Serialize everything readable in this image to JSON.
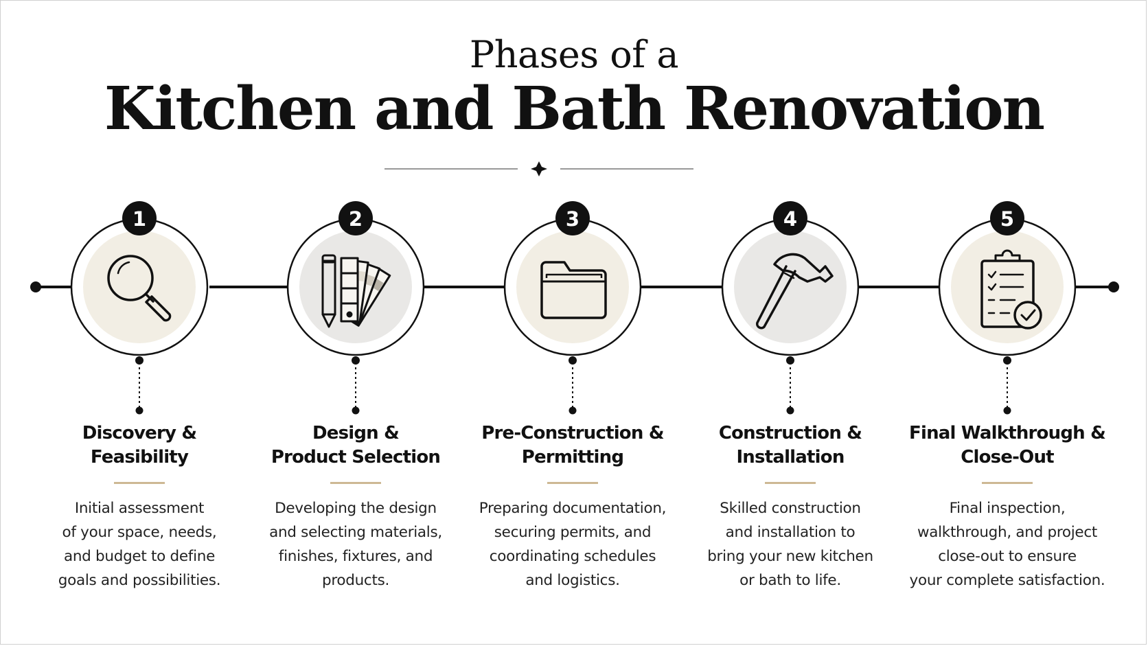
{
  "header": {
    "sup_title": "Phases of a",
    "main_title": "Kitchen and Bath Renovation"
  },
  "colors": {
    "accent": "#cdb894",
    "beige_fill": "#f2eee4",
    "gray_fill": "#e9e8e6",
    "ink": "#111111"
  },
  "phases": [
    {
      "number": "1",
      "icon": "magnifying-glass-icon",
      "title_lines": [
        "Discovery &",
        "Feasibility"
      ],
      "description_lines": [
        "Initial assessment",
        "of your space, needs,",
        "and budget to define",
        "goals and possibilities."
      ]
    },
    {
      "number": "2",
      "icon": "pencil-swatch-icon",
      "title_lines": [
        "Design &",
        "Product Selection"
      ],
      "description_lines": [
        "Developing the design",
        "and selecting materials,",
        "finishes, fixtures, and",
        "products."
      ]
    },
    {
      "number": "3",
      "icon": "folder-icon",
      "title_lines": [
        "Pre-Construction &",
        "Permitting"
      ],
      "description_lines": [
        "Preparing documentation,",
        "securing permits, and",
        "coordinating schedules",
        "and logistics."
      ]
    },
    {
      "number": "4",
      "icon": "hammer-icon",
      "title_lines": [
        "Construction &",
        "Installation"
      ],
      "description_lines": [
        "Skilled construction",
        "and installation to",
        "bring your new kitchen",
        "or bath to life."
      ]
    },
    {
      "number": "5",
      "icon": "clipboard-check-icon",
      "title_lines": [
        "Final Walkthrough &",
        "Close-Out"
      ],
      "description_lines": [
        "Final inspection,",
        "walkthrough, and project",
        "close-out to ensure",
        "your complete satisfaction."
      ]
    }
  ]
}
